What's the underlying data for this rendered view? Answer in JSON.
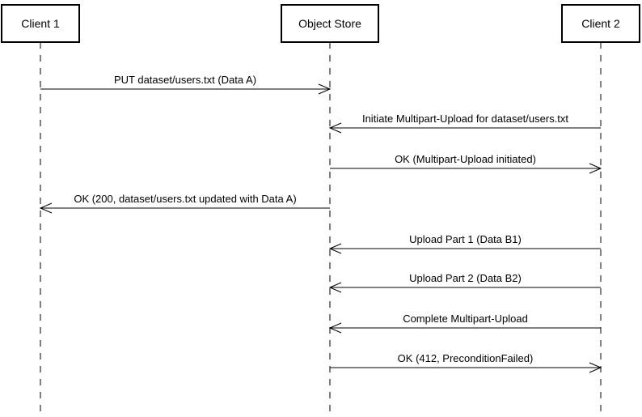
{
  "actors": [
    {
      "id": "client1",
      "label": "Client 1"
    },
    {
      "id": "store",
      "label": "Object Store"
    },
    {
      "id": "client2",
      "label": "Client 2"
    }
  ],
  "messages": [
    {
      "from": "client1",
      "to": "store",
      "label": "PUT dataset/users.txt (Data A)"
    },
    {
      "from": "client2",
      "to": "store",
      "label": "Initiate Multipart-Upload for dataset/users.txt"
    },
    {
      "from": "store",
      "to": "client2",
      "label": "OK (Multipart-Upload initiated)"
    },
    {
      "from": "store",
      "to": "client1",
      "label": "OK (200, dataset/users.txt updated with Data A)"
    },
    {
      "from": "client2",
      "to": "store",
      "label": "Upload Part 1 (Data B1)"
    },
    {
      "from": "client2",
      "to": "store",
      "label": "Upload Part 2 (Data B2)"
    },
    {
      "from": "client2",
      "to": "store",
      "label": "Complete Multipart-Upload"
    },
    {
      "from": "store",
      "to": "client2",
      "label": "OK (412, PreconditionFailed)"
    }
  ]
}
